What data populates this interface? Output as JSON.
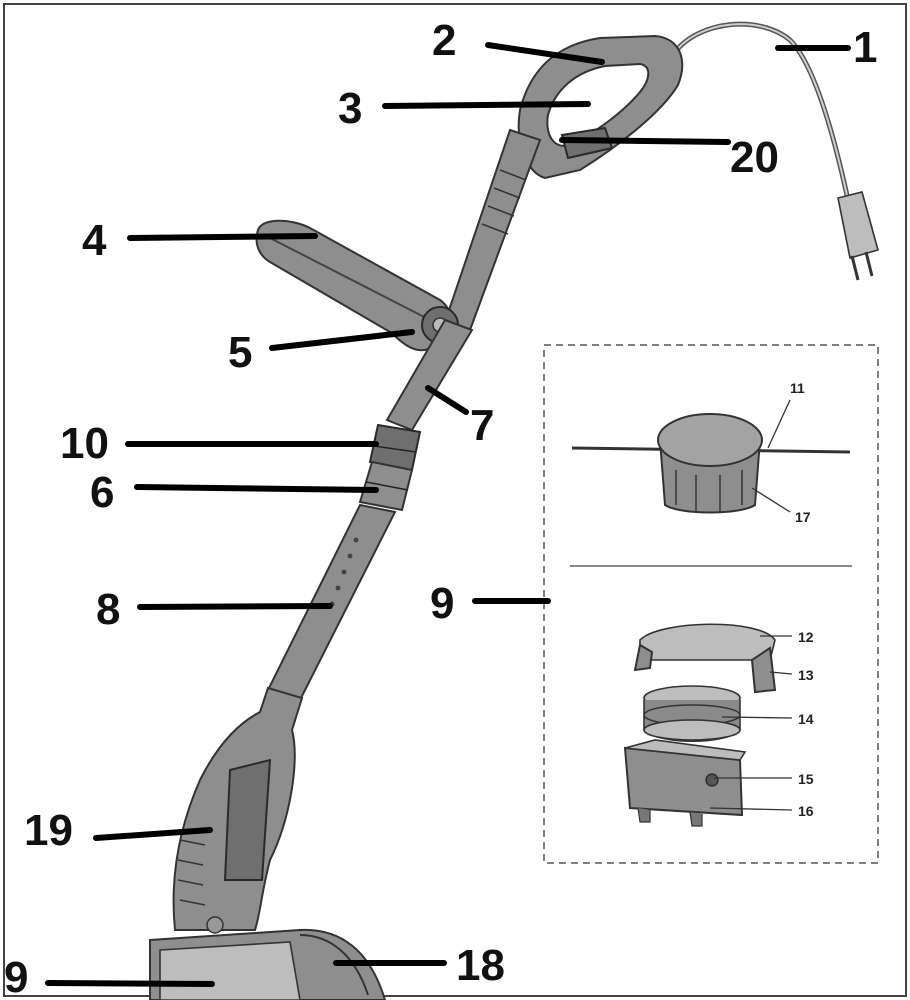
{
  "labels": {
    "l1": "1",
    "l2": "2",
    "l3": "3",
    "l4": "4",
    "l5": "5",
    "l6": "6",
    "l7": "7",
    "l8": "8",
    "l9_inset": "9",
    "l9_bottom": "9",
    "l10": "10",
    "l11": "11",
    "l12": "12",
    "l13": "13",
    "l14": "14",
    "l15": "15",
    "l16": "16",
    "l17": "17",
    "l18": "18",
    "l19": "19",
    "l20": "20"
  }
}
